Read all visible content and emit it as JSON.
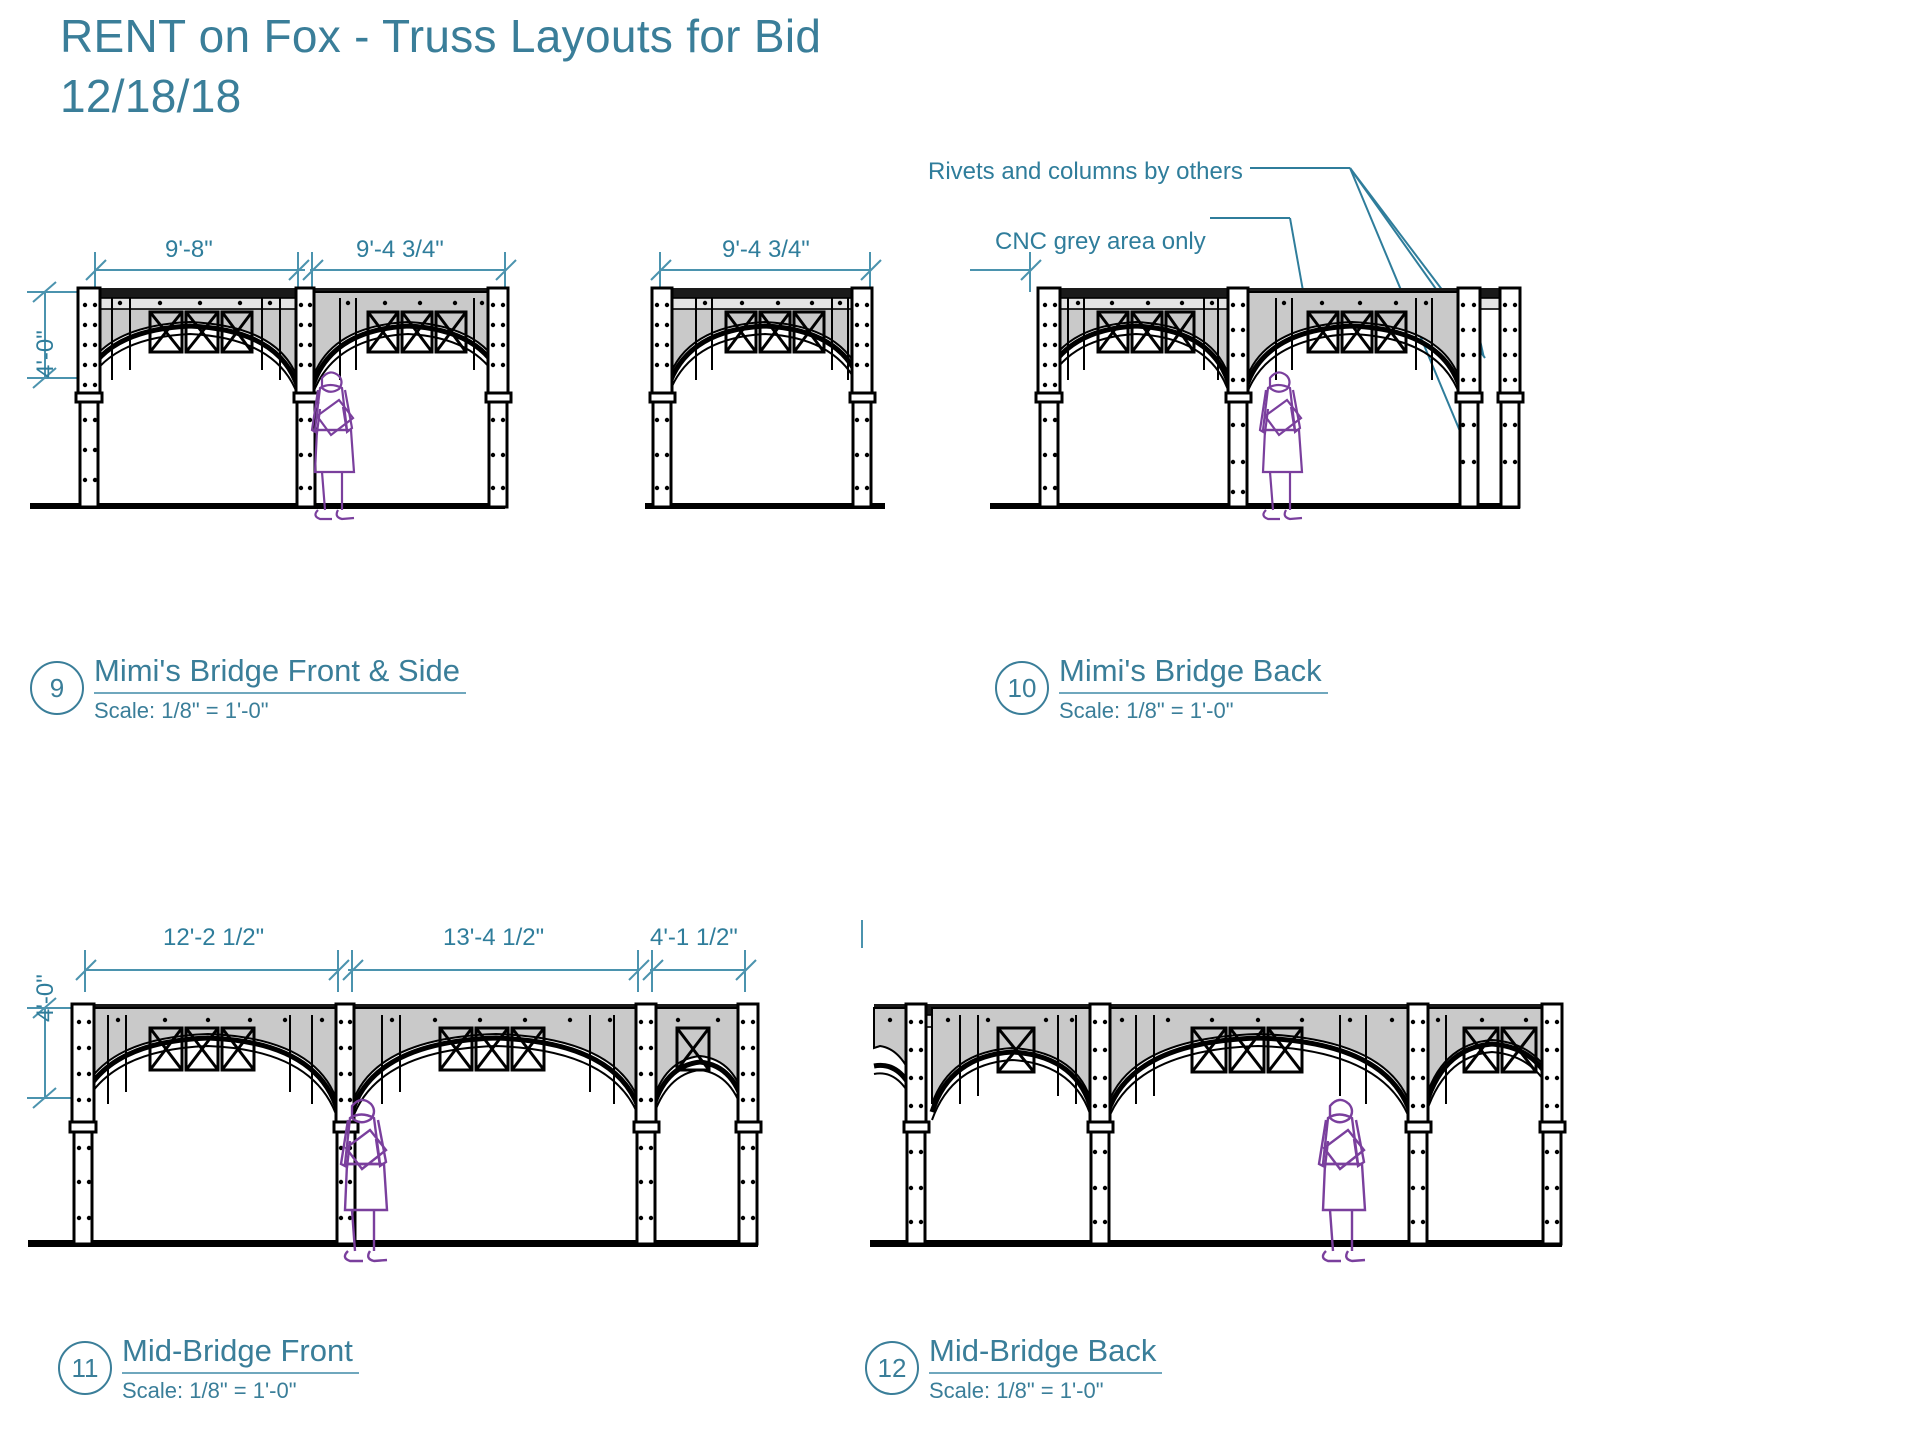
{
  "sheet": {
    "title_line1": "RENT on Fox - Truss Layouts for Bid",
    "title_line2": "12/18/18",
    "title_color": "#3a7e99",
    "background": "#ffffff"
  },
  "colors": {
    "annotation_blue": "#2f7d9b",
    "dimension_blue": "#4b93ae",
    "steel_grey": "#c9c9c9",
    "outline_black": "#000000",
    "figure_purple": "#7a3f9d"
  },
  "notes": [
    {
      "id": "rivets-note",
      "text": "Rivets and columns by others"
    },
    {
      "id": "cnc-note",
      "text": "CNC grey area only"
    }
  ],
  "views": [
    {
      "id": "mimis-bridge-front-side",
      "number": "9",
      "name": "Mimi's Bridge Front & Side",
      "scale": "Scale: 1/8\" = 1'-0\"",
      "dimensions": {
        "horizontal": [
          "9'-8\"",
          "9'-4 3/4\"",
          "9'-4 3/4\""
        ],
        "vertical": [
          "4'-0\""
        ]
      },
      "bay_count": 3,
      "notes": []
    },
    {
      "id": "mimis-bridge-back",
      "number": "10",
      "name": "Mimi's Bridge Back",
      "scale": "Scale: 1/8\" = 1'-0\"",
      "dimensions": {
        "horizontal": [],
        "vertical": []
      },
      "bay_count": 2,
      "notes": [
        "Rivets and columns by others",
        "CNC grey area only"
      ]
    },
    {
      "id": "mid-bridge-front",
      "number": "11",
      "name": "Mid-Bridge Front",
      "scale": "Scale: 1/8\" = 1'-0\"",
      "dimensions": {
        "horizontal": [
          "12'-2 1/2\"",
          "13'-4 1/2\"",
          "4'-1 1/2\""
        ],
        "vertical": [
          "4'-0\""
        ]
      },
      "bay_count": 3,
      "notes": []
    },
    {
      "id": "mid-bridge-back",
      "number": "12",
      "name": "Mid-Bridge Back",
      "scale": "Scale: 1/8\" = 1'-0\"",
      "dimensions": {
        "horizontal": [],
        "vertical": []
      },
      "bay_count": 3,
      "notes": []
    }
  ]
}
